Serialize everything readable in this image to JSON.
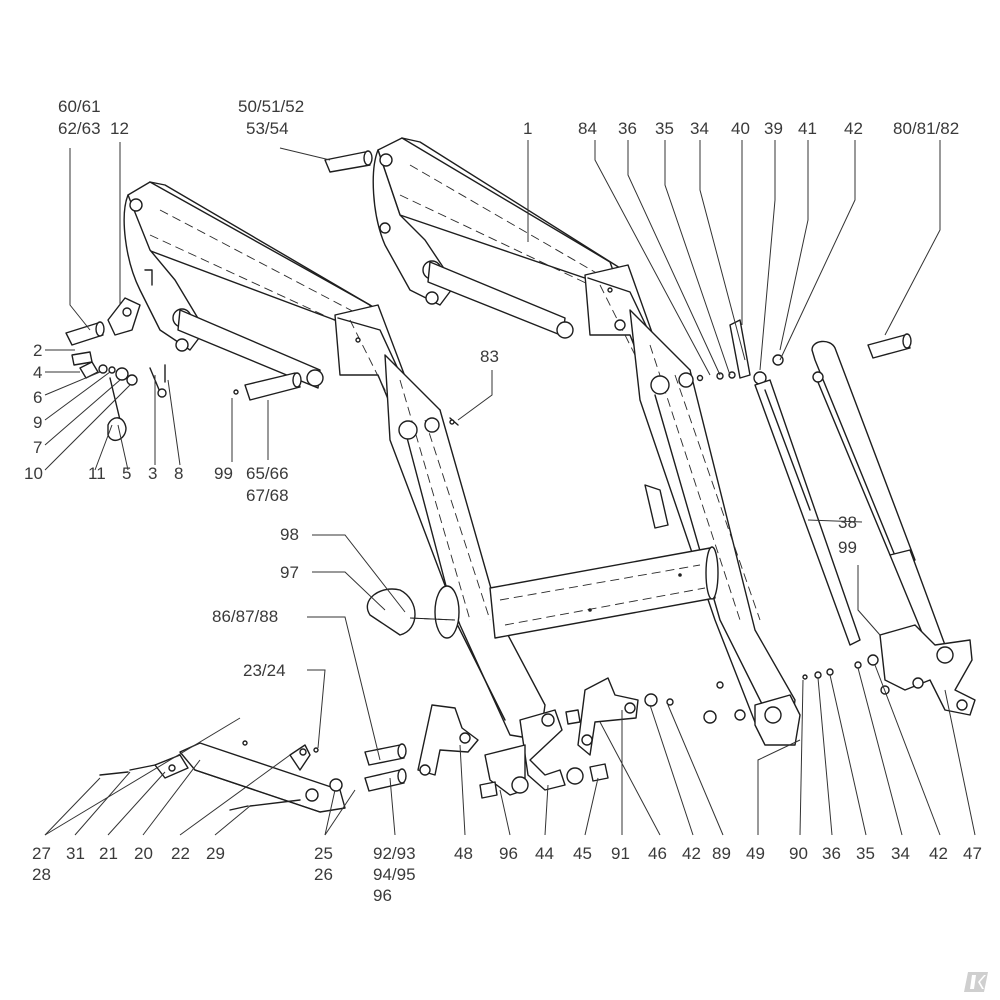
{
  "diagram": {
    "callouts": [
      {
        "id": "c-60",
        "lines": [
          "60/61",
          "62/63"
        ]
      },
      {
        "id": "c-12",
        "lines": [
          "12"
        ]
      },
      {
        "id": "c-50",
        "lines": [
          "50/51/52",
          "53/54"
        ]
      },
      {
        "id": "c-1",
        "lines": [
          "1"
        ]
      },
      {
        "id": "c-84",
        "lines": [
          "84"
        ]
      },
      {
        "id": "c-36t",
        "lines": [
          "36"
        ]
      },
      {
        "id": "c-35t",
        "lines": [
          "35"
        ]
      },
      {
        "id": "c-34t",
        "lines": [
          "34"
        ]
      },
      {
        "id": "c-40",
        "lines": [
          "40"
        ]
      },
      {
        "id": "c-39",
        "lines": [
          "39"
        ]
      },
      {
        "id": "c-41",
        "lines": [
          "41"
        ]
      },
      {
        "id": "c-42t",
        "lines": [
          "42"
        ]
      },
      {
        "id": "c-80",
        "lines": [
          "80/81/82"
        ]
      },
      {
        "id": "c-2",
        "lines": [
          "2"
        ]
      },
      {
        "id": "c-4",
        "lines": [
          "4"
        ]
      },
      {
        "id": "c-6",
        "lines": [
          "6"
        ]
      },
      {
        "id": "c-9",
        "lines": [
          "9"
        ]
      },
      {
        "id": "c-7",
        "lines": [
          "7"
        ]
      },
      {
        "id": "c-10",
        "lines": [
          "10"
        ]
      },
      {
        "id": "c-11",
        "lines": [
          "11"
        ]
      },
      {
        "id": "c-5",
        "lines": [
          "5"
        ]
      },
      {
        "id": "c-3",
        "lines": [
          "3"
        ]
      },
      {
        "id": "c-8",
        "lines": [
          "8"
        ]
      },
      {
        "id": "c-99a",
        "lines": [
          "99"
        ]
      },
      {
        "id": "c-65",
        "lines": [
          "65/66",
          "67/68"
        ]
      },
      {
        "id": "c-83",
        "lines": [
          "83"
        ]
      },
      {
        "id": "c-38",
        "lines": [
          "38"
        ]
      },
      {
        "id": "c-98",
        "lines": [
          "98"
        ]
      },
      {
        "id": "c-97",
        "lines": [
          "97"
        ]
      },
      {
        "id": "c-99b",
        "lines": [
          "99"
        ]
      },
      {
        "id": "c-86",
        "lines": [
          "86/87/88"
        ]
      },
      {
        "id": "c-23",
        "lines": [
          "23/24"
        ]
      },
      {
        "id": "c-27",
        "lines": [
          "27",
          "28"
        ]
      },
      {
        "id": "c-31",
        "lines": [
          "31"
        ]
      },
      {
        "id": "c-21",
        "lines": [
          "21"
        ]
      },
      {
        "id": "c-20",
        "lines": [
          "20"
        ]
      },
      {
        "id": "c-22",
        "lines": [
          "22"
        ]
      },
      {
        "id": "c-29",
        "lines": [
          "29"
        ]
      },
      {
        "id": "c-25",
        "lines": [
          "25",
          "26"
        ]
      },
      {
        "id": "c-92",
        "lines": [
          "92/93",
          "94/95",
          "96"
        ]
      },
      {
        "id": "c-48",
        "lines": [
          "48"
        ]
      },
      {
        "id": "c-96",
        "lines": [
          "96"
        ]
      },
      {
        "id": "c-44",
        "lines": [
          "44"
        ]
      },
      {
        "id": "c-45",
        "lines": [
          "45"
        ]
      },
      {
        "id": "c-91",
        "lines": [
          "91"
        ]
      },
      {
        "id": "c-46",
        "lines": [
          "46"
        ]
      },
      {
        "id": "c-42b",
        "lines": [
          "42"
        ]
      },
      {
        "id": "c-89",
        "lines": [
          "89"
        ]
      },
      {
        "id": "c-49",
        "lines": [
          "49"
        ]
      },
      {
        "id": "c-90",
        "lines": [
          "90"
        ]
      },
      {
        "id": "c-36b",
        "lines": [
          "36"
        ]
      },
      {
        "id": "c-35b",
        "lines": [
          "35"
        ]
      },
      {
        "id": "c-34b",
        "lines": [
          "34"
        ]
      },
      {
        "id": "c-42c",
        "lines": [
          "42"
        ]
      },
      {
        "id": "c-47",
        "lines": [
          "47"
        ]
      }
    ]
  }
}
